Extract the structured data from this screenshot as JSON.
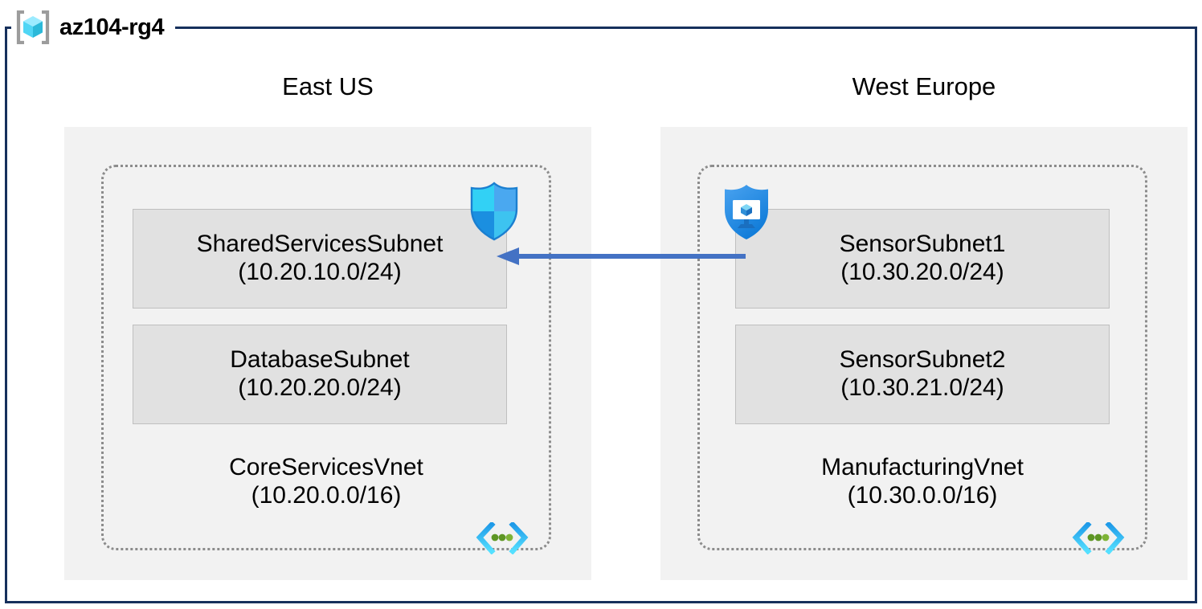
{
  "resource_group": {
    "name": "az104-rg4",
    "icon": "resource-group-cube-icon",
    "frame_color": "#16305C"
  },
  "regions": [
    {
      "id": "eastus",
      "label": "East US",
      "panel_color": "#F2F2F2",
      "vnet": {
        "name": "CoreServicesVnet",
        "cidr": "(10.20.0.0/16)",
        "icon": "virtual-network-icon",
        "border_color": "#8C8C8C",
        "subnets": [
          {
            "name": "SharedServicesSubnet",
            "cidr": "(10.20.10.0/24)",
            "fill": "#E1E1E1",
            "attached_icon": "network-security-group-shield-icon"
          },
          {
            "name": "DatabaseSubnet",
            "cidr": "(10.20.20.0/24)",
            "fill": "#E1E1E1",
            "attached_icon": null
          }
        ]
      }
    },
    {
      "id": "westeurope",
      "label": "West Europe",
      "panel_color": "#F2F2F2",
      "vnet": {
        "name": "ManufacturingVnet",
        "cidr": "(10.30.0.0/16)",
        "icon": "virtual-network-icon",
        "border_color": "#8C8C8C",
        "subnets": [
          {
            "name": "SensorSubnet1",
            "cidr": "(10.30.20.0/24)",
            "fill": "#E1E1E1",
            "attached_icon": "bastion-shield-monitor-icon"
          },
          {
            "name": "SensorSubnet2",
            "cidr": "(10.30.21.0/24)",
            "fill": "#E1E1E1",
            "attached_icon": null
          }
        ]
      }
    }
  ],
  "connector": {
    "name": "vnet-peering-arrow",
    "direction": "right-to-left",
    "from": "SensorSubnet1",
    "to": "SharedServicesSubnet",
    "color": "#4472C4",
    "label": ""
  },
  "palette": {
    "frame_navy": "#16305C",
    "panel_gray": "#F2F2F2",
    "subnet_gray": "#E1E1E1",
    "subnet_border": "#BFBFBF",
    "vnet_dotted": "#8C8C8C",
    "arrow_blue": "#4472C4",
    "azure_cyan": "#50E6FF",
    "azure_blue": "#0078D4",
    "vnet_dot_green": "#5E9624"
  }
}
